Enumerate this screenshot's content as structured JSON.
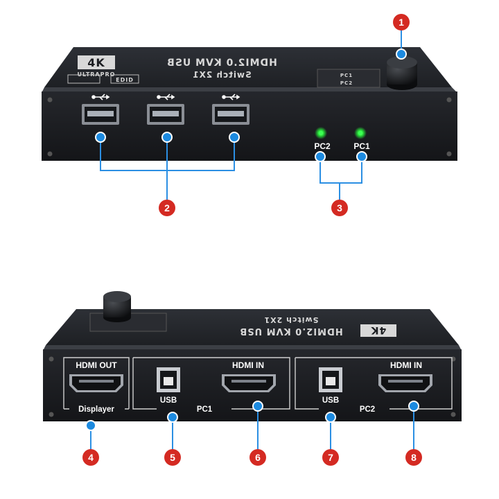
{
  "device_top": {
    "brand_logo": "4K",
    "brand_name": "ULTRAPRO",
    "model_line1": "HDMI2.0 KVM USB",
    "model_line2": "Switch 2X1",
    "small_label_1": "EDID",
    "small_label_2": "PC1",
    "small_label_3": "PC2"
  },
  "front_panel": {
    "usb_symbol": "usb-icon",
    "led_labels": [
      "PC2",
      "PC1"
    ],
    "led_color": "#28e83a"
  },
  "back_panel": {
    "hdmi_out_label": "HDMI OUT",
    "displayer_label": "Displayer",
    "pc1": {
      "usb_label": "USB",
      "hdmi_label": "HDMI IN",
      "group_label": "PC1"
    },
    "pc2": {
      "usb_label": "USB",
      "hdmi_label": "HDMI IN",
      "group_label": "PC2"
    }
  },
  "callouts": [
    "1",
    "2",
    "3",
    "4",
    "5",
    "6",
    "7",
    "8"
  ],
  "colors": {
    "callout_red": "#d42a22",
    "dot_blue": "#1c8ae0",
    "line_blue": "#2b8fe3",
    "device_dark": "#1b1d21"
  }
}
